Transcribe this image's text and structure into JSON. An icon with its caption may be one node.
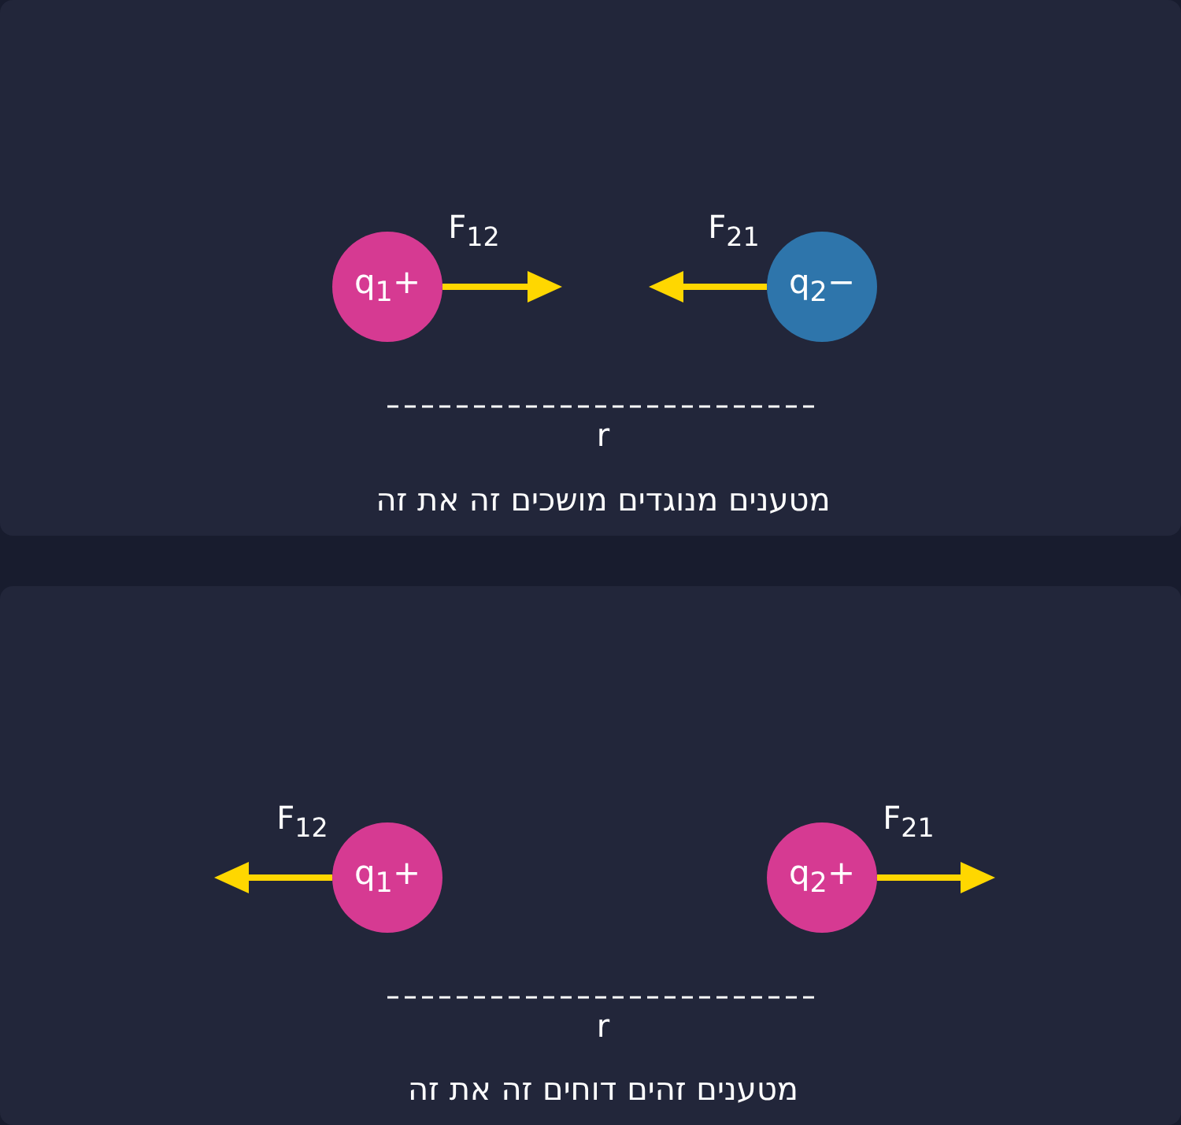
{
  "diagram": {
    "nodes": [
      {
        "text": [],
        "shape": "box"
      },
      {
        "text": [
          "q$_{1}$+"
        ],
        "in": 0
      },
      {
        "text": [
          "q$_{2}$−"
        ],
        "in": 0
      },
      {
        "text": [],
        "shape": "box"
      },
      {
        "text": [
          "q$_{1}$+"
        ],
        "in": 3
      },
      {
        "text": [
          "q$_{2}$+"
        ],
        "in": 3
      }
    ],
    "edges": [],
    "labels": [
      "F$_{12}$",
      "F$_{21}$",
      "r",
      "מטענים מנוגדים מושכים זה את זה",
      "F$_{12}$",
      "F$_{21}$",
      "r",
      "מטענים זהים דוחים זה את זה"
    ]
  }
}
